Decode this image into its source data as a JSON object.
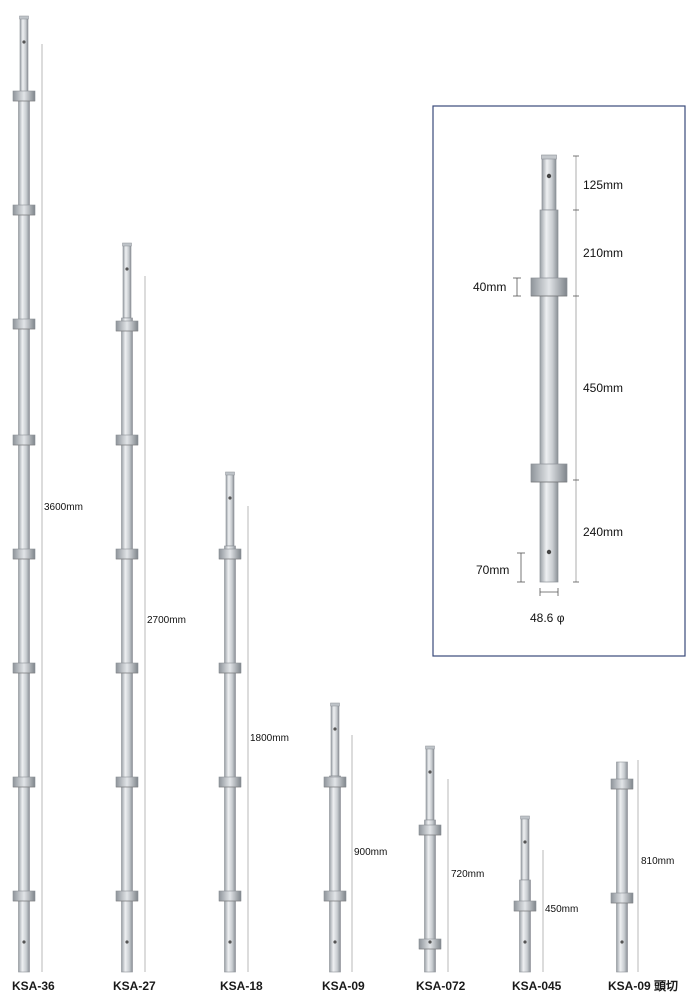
{
  "posts": [
    {
      "model": "KSA-36",
      "length": "3600mm"
    },
    {
      "model": "KSA-27",
      "length": "2700mm"
    },
    {
      "model": "KSA-18",
      "length": "1800mm"
    },
    {
      "model": "KSA-09",
      "length": "900mm"
    },
    {
      "model": "KSA-072",
      "length": "720mm"
    },
    {
      "model": "KSA-045",
      "length": "450mm"
    },
    {
      "model": "KSA-09 頭切",
      "length": "810mm"
    }
  ],
  "detail": {
    "top_spigot": "125mm",
    "upper_segment": "210mm",
    "ring_height": "40mm",
    "middle_segment": "450mm",
    "lower_segment": "240mm",
    "hole_offset": "70mm",
    "diameter": "48.6 φ"
  },
  "colors": {
    "tube": "#d4d8dc",
    "tube_edge": "#8c9096",
    "dim_line": "#9a9a9a",
    "frame": "#3a4a7a"
  }
}
